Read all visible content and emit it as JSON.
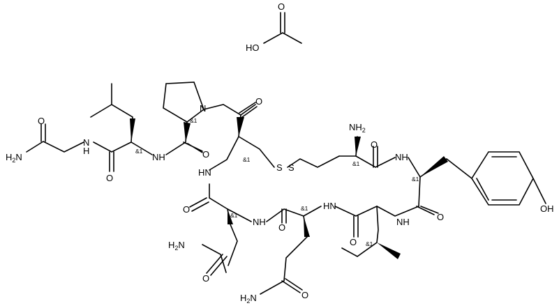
{
  "atom_labels": {
    "o": "O",
    "ho": "HO",
    "n": "N",
    "nh": "NH",
    "hn": "HN",
    "h2n": "H2N",
    "nh2": "NH2",
    "s": "S",
    "oh": "OH"
  },
  "stereo_label": "&1"
}
